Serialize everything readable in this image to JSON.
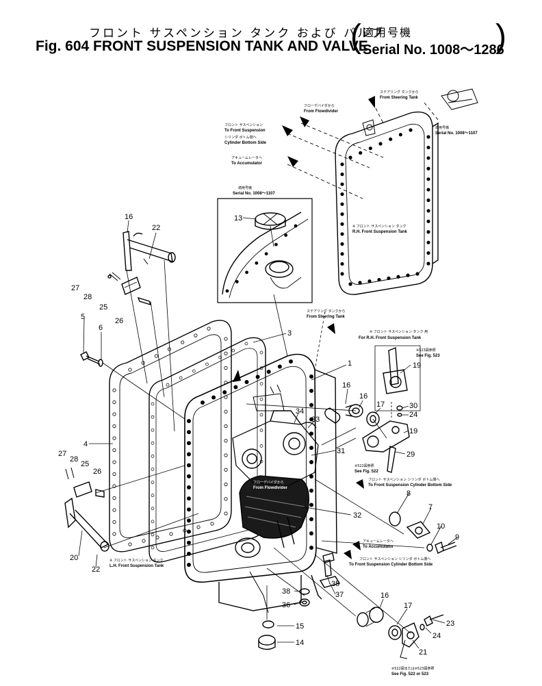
{
  "title": {
    "japanese": "フロント サスペンション タンク および バルブ",
    "english": "Fig. 604 FRONT SUSPENSION TANK AND VALVE",
    "serial_japanese": "適用号機",
    "serial_english": "Serial No. 1008～1286"
  },
  "callouts": [
    {
      "id": "c16a",
      "label": "16"
    },
    {
      "id": "c22a",
      "label": "22"
    },
    {
      "id": "c27a",
      "label": "27"
    },
    {
      "id": "c28a",
      "label": "28"
    },
    {
      "id": "c25a",
      "label": "25"
    },
    {
      "id": "c26a",
      "label": "26"
    },
    {
      "id": "c5",
      "label": "5"
    },
    {
      "id": "c6",
      "label": "6"
    },
    {
      "id": "c13",
      "label": "13"
    },
    {
      "id": "c3",
      "label": "3"
    },
    {
      "id": "c1",
      "label": "1"
    },
    {
      "id": "c4",
      "label": "4"
    },
    {
      "id": "c16b",
      "label": "16"
    },
    {
      "id": "c16c",
      "label": "16"
    },
    {
      "id": "c17a",
      "label": "17"
    },
    {
      "id": "c19a",
      "label": "19"
    },
    {
      "id": "c30",
      "label": "30"
    },
    {
      "id": "c24a",
      "label": "24"
    },
    {
      "id": "c19b",
      "label": "19"
    },
    {
      "id": "c29",
      "label": "29"
    },
    {
      "id": "c34",
      "label": "34"
    },
    {
      "id": "c33",
      "label": "33"
    },
    {
      "id": "c31",
      "label": "31"
    },
    {
      "id": "c27b",
      "label": "27"
    },
    {
      "id": "c28b",
      "label": "28"
    },
    {
      "id": "c25b",
      "label": "25"
    },
    {
      "id": "c26b",
      "label": "26"
    },
    {
      "id": "c8",
      "label": "8"
    },
    {
      "id": "c32",
      "label": "32"
    },
    {
      "id": "c7",
      "label": "7"
    },
    {
      "id": "c10",
      "label": "10"
    },
    {
      "id": "c9",
      "label": "9"
    },
    {
      "id": "c20",
      "label": "20"
    },
    {
      "id": "c22b",
      "label": "22"
    },
    {
      "id": "c35",
      "label": "35"
    },
    {
      "id": "c38",
      "label": "38"
    },
    {
      "id": "c37",
      "label": "37"
    },
    {
      "id": "c36",
      "label": "36"
    },
    {
      "id": "c16d",
      "label": "16"
    },
    {
      "id": "c17b",
      "label": "17"
    },
    {
      "id": "c23",
      "label": "23"
    },
    {
      "id": "c24b",
      "label": "24"
    },
    {
      "id": "c15",
      "label": "15"
    },
    {
      "id": "c21",
      "label": "21"
    },
    {
      "id": "c14",
      "label": "14"
    }
  ],
  "notes": {
    "from_steering_tank_top": {
      "jp": "ステアリング タンクから",
      "en": "From Steering Tank"
    },
    "from_flowdivider_top": {
      "jp": "フローデバイダから",
      "en": "From Flowdivider"
    },
    "to_front_suspension": {
      "jp": "フロント サスペンション",
      "en": "To Front Suspension"
    },
    "cylinder_bottom_side": {
      "jp": "シリンダ ボトム側へ",
      "en": "Cylinder Bottom Side"
    },
    "to_accumulator_top": {
      "jp": "アキュームレータへ",
      "en": "To Accumulator"
    },
    "serial_1008_1107_a": {
      "jp": "適用号機",
      "en": "Serial No. 1008～1107"
    },
    "rh_tank": {
      "jp": "※ フロント サスペンション タンク",
      "en": "R.H. Front Suspension Tank"
    },
    "serial_1008_1107_b": {
      "jp": "適用号機",
      "en": "Serial No. 1008～1107"
    },
    "from_steering_tank_mid": {
      "jp": "ステアリング タンクから",
      "en": "From Steering Tank"
    },
    "for_rh_tank": {
      "jp": "※ フロント サスペンション タンク 用",
      "en": "For R.H. Front Suspension Tank"
    },
    "see_fig_523": {
      "jp": "※523図参照",
      "en": "See Fig. 523"
    },
    "see_fig_522": {
      "jp": "※522図参照",
      "en": "See Fig. 522"
    },
    "to_front_cyl_bottom_a": {
      "jp": "フロント サスペンション シリンダ ボトム側へ",
      "en": "To Front Suspension Cylinder Bottom Side"
    },
    "from_flowdivider_mid": {
      "jp": "フローデバイダから",
      "en": "From Flowdivider"
    },
    "lh_tank": {
      "jp": "※ フロント サスペンション タンク",
      "en": "L.H. Front Suspension Tank"
    },
    "to_accumulator_bottom": {
      "jp": "アキュームレータへ",
      "en": "To Accumulator"
    },
    "to_front_cyl_bottom_b": {
      "jp": "フロント サスペンション シリンダ ボトム側へ",
      "en": "To Front Suspension Cylinder Bottom Side"
    },
    "see_fig_522_523": {
      "jp": "※522図または※523図参照",
      "en": "See Fig. 522 or 523"
    }
  }
}
